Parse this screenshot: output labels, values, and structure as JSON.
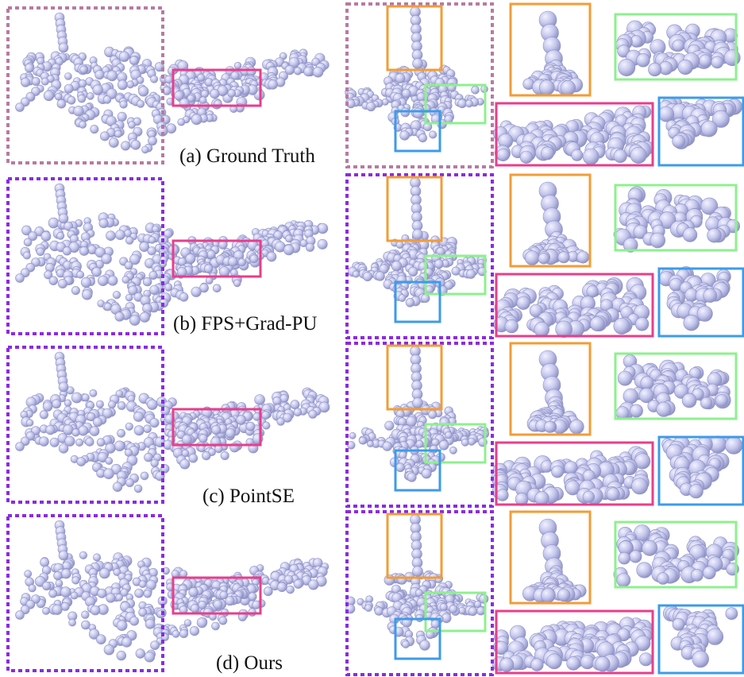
{
  "figure": {
    "rows": [
      {
        "key": "gt",
        "caption": "(a) Ground Truth",
        "frame_color": "#b87aa2"
      },
      {
        "key": "fps",
        "caption": "(b) FPS+Grad-PU",
        "frame_color": "#8a2be2"
      },
      {
        "key": "pointse",
        "caption": "(c) PointSE",
        "frame_color": "#8a2be2"
      },
      {
        "key": "ours",
        "caption": "(d) Ours",
        "frame_color": "#8a2be2"
      }
    ],
    "box_colors": {
      "tail_fin": "#f39c37",
      "right_wing": "#8ef08e",
      "nose": "#3d9be9",
      "left_wing": "#e83e8c"
    },
    "point_color": "#c4c6ec",
    "point_shade": "#8f92c4"
  }
}
